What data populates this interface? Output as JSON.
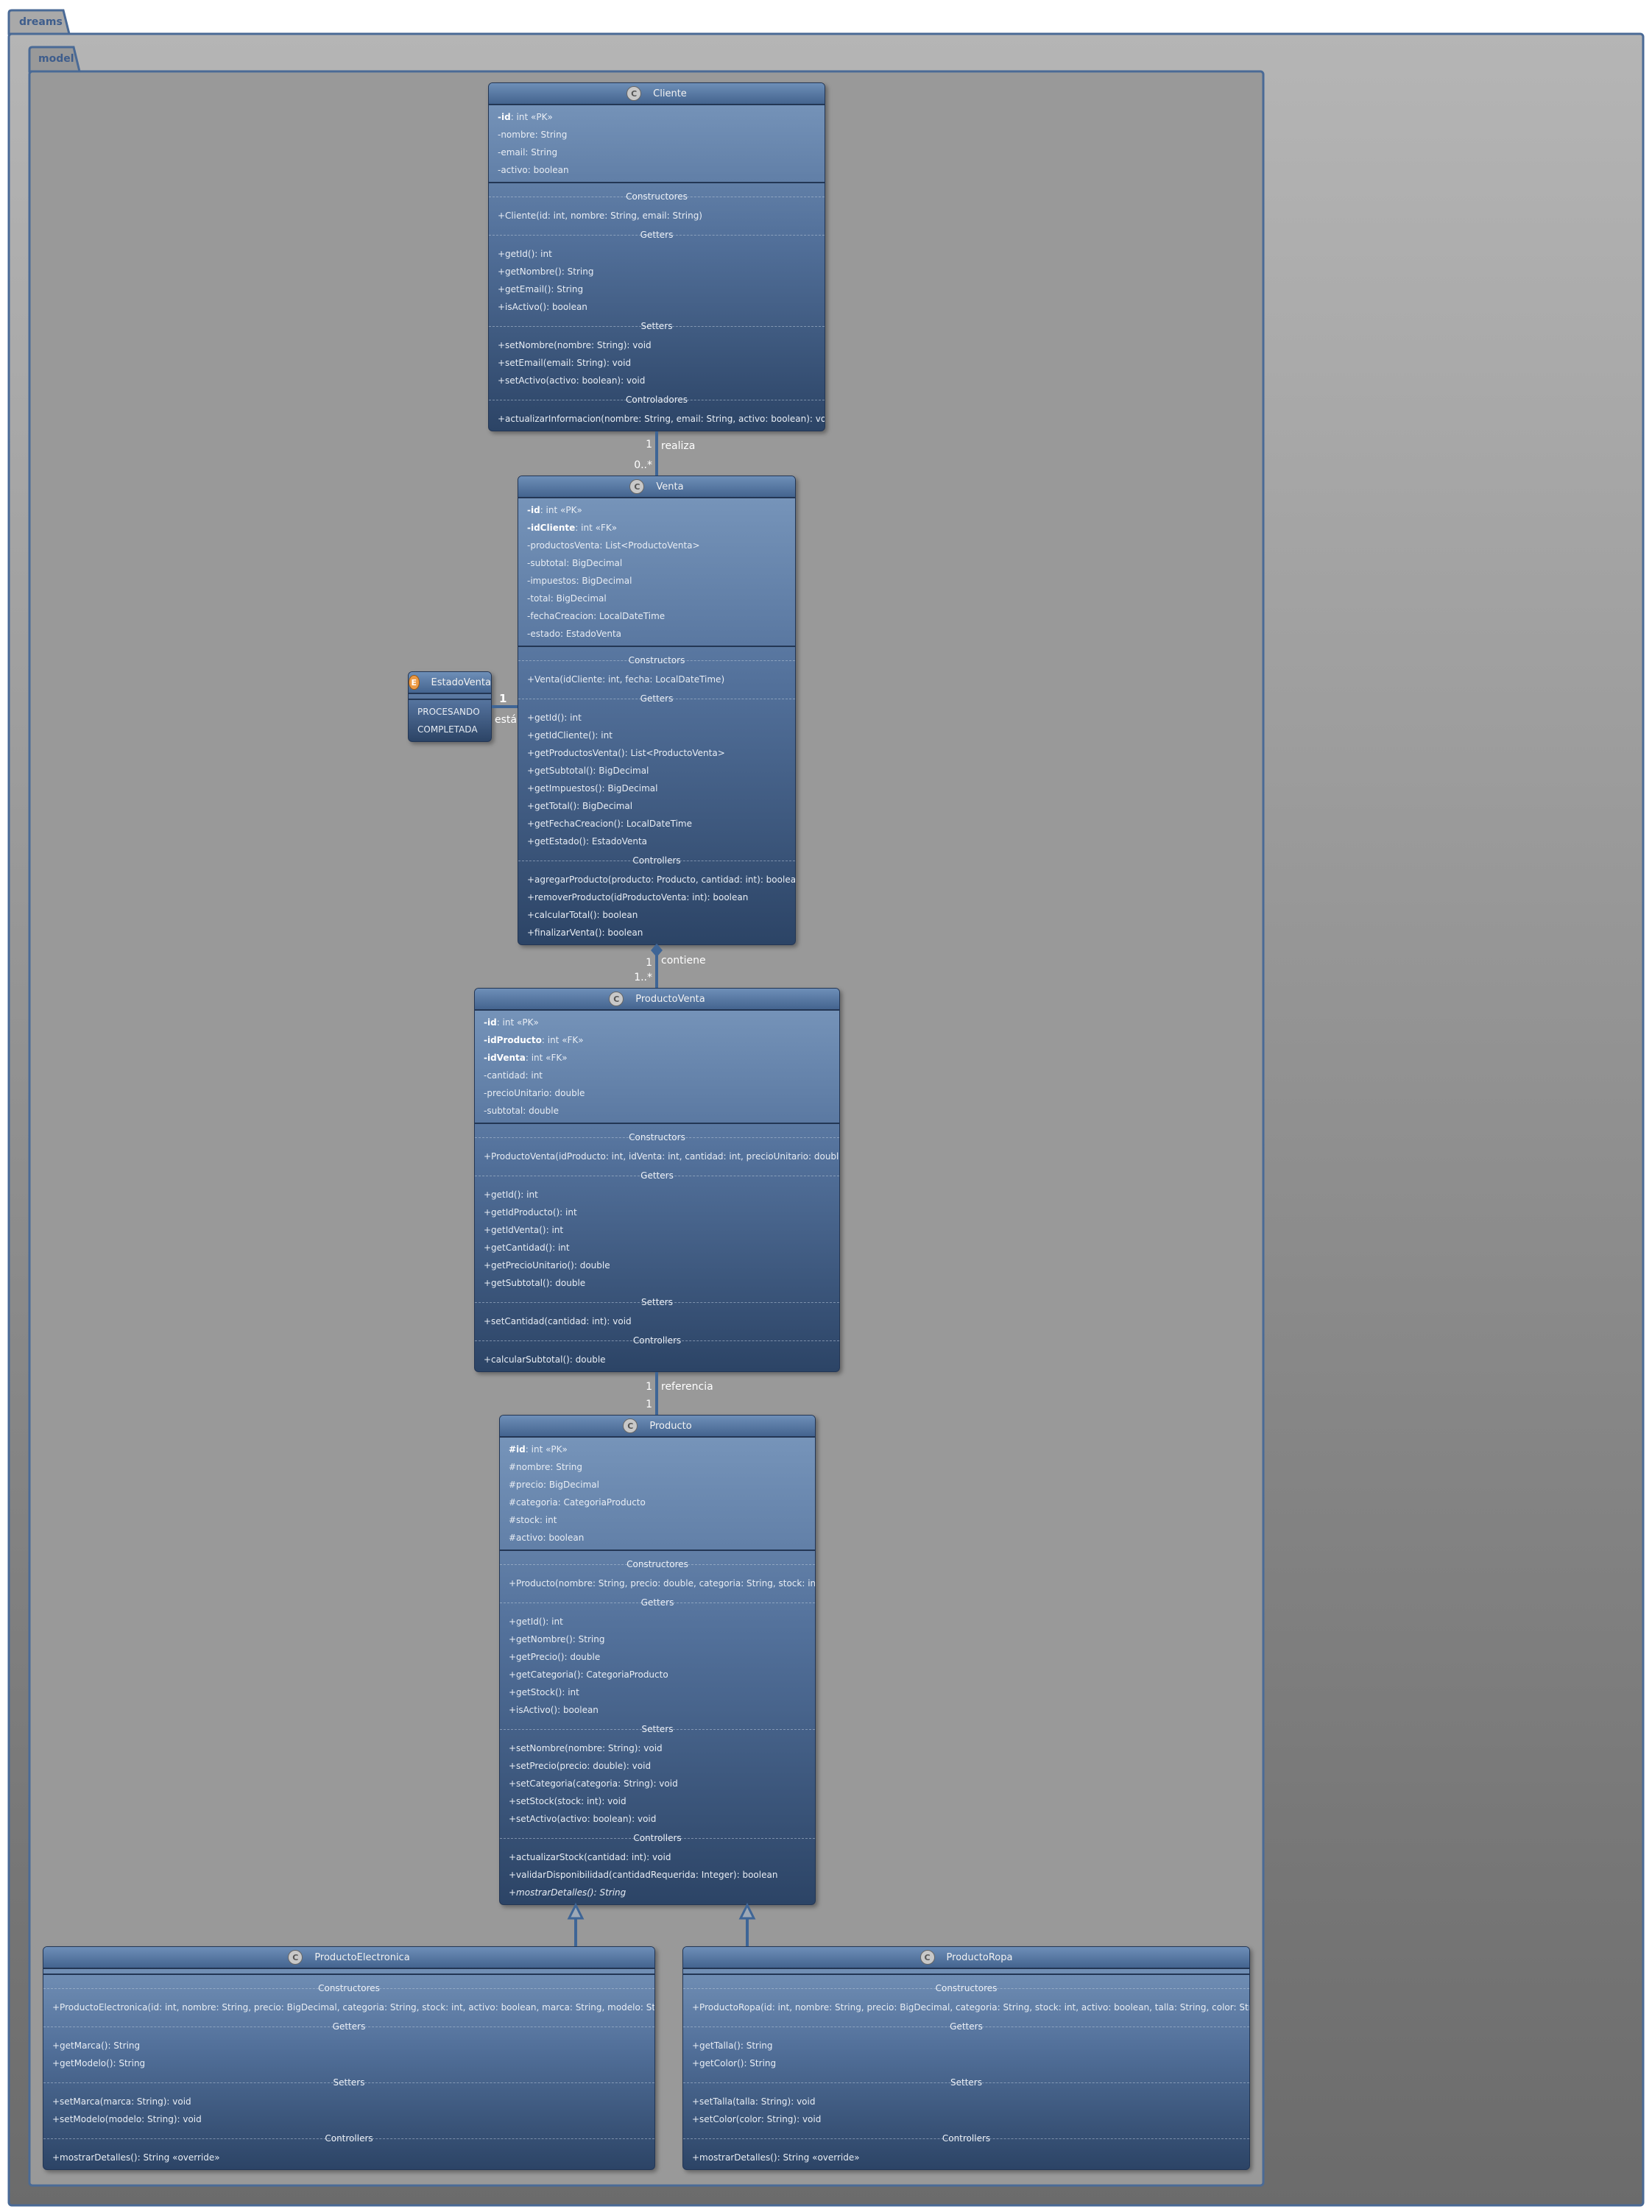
{
  "packages": {
    "outer": "dreams",
    "inner": "model"
  },
  "classes": [
    {
      "key": "cliente",
      "stereotype": "C",
      "name": "Cliente",
      "attributes": [
        {
          "v": "<b>-id</b>: int «PK»"
        },
        {
          "v": "-nombre: String"
        },
        {
          "v": "-email: String"
        },
        {
          "v": "-activo: boolean"
        }
      ],
      "groups": [
        {
          "title": "Constructores",
          "items": [
            "+Cliente(id: int, nombre: String, email: String)"
          ]
        },
        {
          "title": "Getters",
          "items": [
            "+getId(): int",
            "+getNombre(): String",
            "+getEmail(): String",
            "+isActivo(): boolean"
          ]
        },
        {
          "title": "Setters",
          "items": [
            "+setNombre(nombre: String): void",
            "+setEmail(email: String): void",
            "+setActivo(activo: boolean): void"
          ]
        },
        {
          "title": "Controladores",
          "items": [
            "+actualizarInformacion(nombre: String, email: String, activo: boolean): void"
          ]
        }
      ]
    },
    {
      "key": "venta",
      "stereotype": "C",
      "name": "Venta",
      "attributes": [
        {
          "v": "<b>-id</b>: int «PK»"
        },
        {
          "v": "<b>-idCliente</b>: int «FK»"
        },
        {
          "v": "-productosVenta: List<ProductoVenta>"
        },
        {
          "v": "-subtotal: BigDecimal"
        },
        {
          "v": "-impuestos: BigDecimal"
        },
        {
          "v": "-total: BigDecimal"
        },
        {
          "v": "-fechaCreacion: LocalDateTime"
        },
        {
          "v": "-estado: EstadoVenta"
        }
      ],
      "groups": [
        {
          "title": "Constructors",
          "items": [
            "+Venta(idCliente: int, fecha: LocalDateTime)"
          ]
        },
        {
          "title": "Getters",
          "items": [
            "+getId(): int",
            "+getIdCliente(): int",
            "+getProductosVenta(): List<ProductoVenta>",
            "+getSubtotal(): BigDecimal",
            "+getImpuestos(): BigDecimal",
            "+getTotal(): BigDecimal",
            "+getFechaCreacion(): LocalDateTime",
            "+getEstado(): EstadoVenta"
          ]
        },
        {
          "title": "Controllers",
          "items": [
            "+agregarProducto(producto: Producto, cantidad: int): boolean",
            "+removerProducto(idProductoVenta: int): boolean",
            "+calcularTotal(): boolean",
            "+finalizarVenta(): boolean"
          ]
        }
      ]
    },
    {
      "key": "estadoventa",
      "stereotype": "E",
      "name": "EstadoVenta",
      "enum": true,
      "attributes": [],
      "values": [
        "PROCESANDO",
        "COMPLETADA"
      ],
      "groups": []
    },
    {
      "key": "productoventa",
      "stereotype": "C",
      "name": "ProductoVenta",
      "attributes": [
        {
          "v": "<b>-id</b>: int «PK»"
        },
        {
          "v": "<b>-idProducto</b>: int «FK»"
        },
        {
          "v": "<b>-idVenta</b>: int «FK»"
        },
        {
          "v": "-cantidad: int"
        },
        {
          "v": "-precioUnitario: double"
        },
        {
          "v": "-subtotal: double"
        }
      ],
      "groups": [
        {
          "title": "Constructors",
          "items": [
            "+ProductoVenta(idProducto: int, idVenta: int, cantidad: int, precioUnitario: double)"
          ]
        },
        {
          "title": "Getters",
          "items": [
            "+getId(): int",
            "+getIdProducto(): int",
            "+getIdVenta(): int",
            "+getCantidad(): int",
            "+getPrecioUnitario(): double",
            "+getSubtotal(): double"
          ]
        },
        {
          "title": "Setters",
          "items": [
            "+setCantidad(cantidad: int): void"
          ]
        },
        {
          "title": "Controllers",
          "items": [
            "+calcularSubtotal(): double"
          ]
        }
      ]
    },
    {
      "key": "producto",
      "stereotype": "C",
      "name": "Producto",
      "attributes": [
        {
          "v": "<b>#id</b>: int «PK»"
        },
        {
          "v": "#nombre: String"
        },
        {
          "v": "#precio: BigDecimal"
        },
        {
          "v": "#categoria: CategoriaProducto"
        },
        {
          "v": "#stock: int"
        },
        {
          "v": "#activo: boolean"
        }
      ],
      "groups": [
        {
          "title": "Constructores",
          "items": [
            "+Producto(nombre: String, precio: double, categoria: String, stock: int)"
          ]
        },
        {
          "title": "Getters",
          "items": [
            "+getId(): int",
            "+getNombre(): String",
            "+getPrecio(): double",
            "+getCategoria(): CategoriaProducto",
            "+getStock(): int",
            "+isActivo(): boolean"
          ]
        },
        {
          "title": "Setters",
          "items": [
            "+setNombre(nombre: String): void",
            "+setPrecio(precio: double): void",
            "+setCategoria(categoria: String): void",
            "+setStock(stock: int): void",
            "+setActivo(activo: boolean): void"
          ]
        },
        {
          "title": "Controllers",
          "items": [
            "+actualizarStock(cantidad: int): void",
            "+validarDisponibilidad(cantidadRequerida: Integer): boolean",
            "<i>+mostrarDetalles(): String</i>"
          ]
        }
      ]
    },
    {
      "key": "productoelectronica",
      "stereotype": "C",
      "name": "ProductoElectronica",
      "attributes": [],
      "groups": [
        {
          "title": "Constructores",
          "items": [
            "+ProductoElectronica(id: int, nombre: String, precio: BigDecimal, categoria: String, stock: int, activo: boolean, marca: String, modelo: String)"
          ]
        },
        {
          "title": "Getters",
          "items": [
            "+getMarca(): String",
            "+getModelo(): String"
          ]
        },
        {
          "title": "Setters",
          "items": [
            "+setMarca(marca: String): void",
            "+setModelo(modelo: String): void"
          ]
        },
        {
          "title": "Controllers",
          "items": [
            "+mostrarDetalles(): String «override»"
          ]
        }
      ]
    },
    {
      "key": "productoropa",
      "stereotype": "C",
      "name": "ProductoRopa",
      "attributes": [],
      "groups": [
        {
          "title": "Constructores",
          "items": [
            "+ProductoRopa(id: int, nombre: String, precio: BigDecimal, categoria: String, stock: int, activo: boolean, talla: String, color: String)"
          ]
        },
        {
          "title": "Getters",
          "items": [
            "+getTalla(): String",
            "+getColor(): String"
          ]
        },
        {
          "title": "Setters",
          "items": [
            "+setTalla(talla: String): void",
            "+setColor(color: String): void"
          ]
        },
        {
          "title": "Controllers",
          "items": [
            "+mostrarDetalles(): String «override»"
          ]
        }
      ]
    }
  ],
  "relations": [
    {
      "key": "r-realiza",
      "label": "realiza",
      "from_mult": "1",
      "to_mult": "0..*",
      "type": "association"
    },
    {
      "key": "r-esta",
      "label": "está",
      "from_mult": "1",
      "to_mult": "",
      "type": "association"
    },
    {
      "key": "r-contiene",
      "label": "contiene",
      "from_mult": "1",
      "to_mult": "1..*",
      "type": "composition"
    },
    {
      "key": "r-referencia",
      "label": "referencia",
      "from_mult": "1",
      "to_mult": "1",
      "type": "association"
    },
    {
      "key": "r-inh-electronica",
      "label": "",
      "type": "inheritance"
    },
    {
      "key": "r-inh-ropa",
      "label": "",
      "type": "inheritance"
    }
  ],
  "colors": {
    "line": "#3e6596",
    "class_top": "#7a98bd",
    "class_bottom": "#2c4466",
    "package_bg_top": "#b5b5b5",
    "package_bg_bottom": "#6b6b6b",
    "enum_circle": "#ec9a45"
  }
}
